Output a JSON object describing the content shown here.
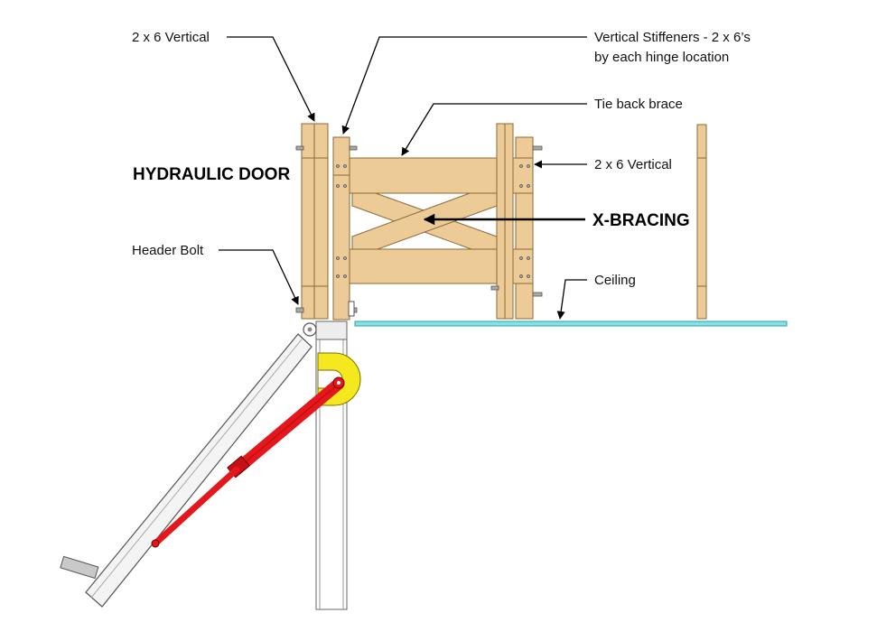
{
  "diagram": {
    "title": "HYDRAULIC DOOR",
    "labels": {
      "vertical_2x6_left": "2 x 6 Vertical",
      "stiffeners_line1": "Vertical Stiffeners - 2 x 6’s",
      "stiffeners_line2": "by each hinge location",
      "tie_back_brace": "Tie back brace",
      "vertical_2x6_right": "2 x 6 Vertical",
      "x_bracing": "X-BRACING",
      "header_bolt": "Header Bolt",
      "ceiling": "Ceiling"
    },
    "colors": {
      "wood": "#EDCB97",
      "wood_edge": "#8A6A3A",
      "ceiling": "#7FE3E8",
      "cylinder": "#E3171C",
      "pivot_bracket": "#F5E81E",
      "steel": "#F2F2F2"
    }
  }
}
